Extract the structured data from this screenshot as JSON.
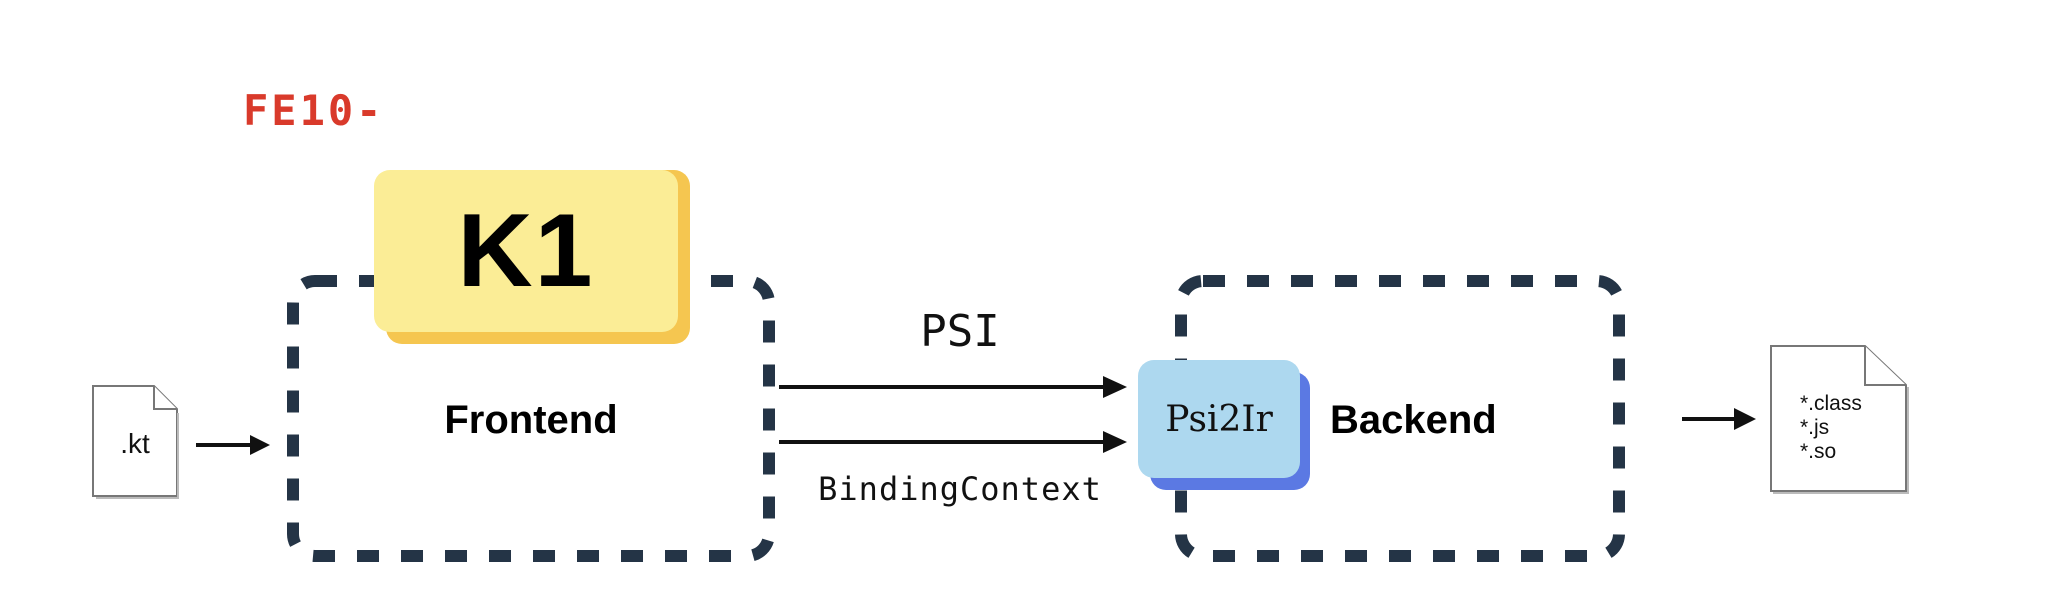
{
  "annotation": {
    "text": "FE10-",
    "color": "#d93a2b"
  },
  "input_file": {
    "label": ".kt"
  },
  "frontend": {
    "label": "Frontend",
    "badge": {
      "label": "K1",
      "face_color": "#fbed96",
      "shadow_color": "#f5c650"
    }
  },
  "connections": {
    "top": {
      "label": "PSI"
    },
    "bottom": {
      "label": "BindingContext"
    }
  },
  "backend": {
    "label": "Backend",
    "badge": {
      "label": "Psi2Ir",
      "face_color": "#add8ef",
      "shadow_color": "#5b79e3"
    }
  },
  "output_file": {
    "lines": [
      "*.class",
      "*.js",
      "*.so"
    ]
  },
  "colors": {
    "dash_border": "#243446",
    "arrow": "#111111"
  }
}
